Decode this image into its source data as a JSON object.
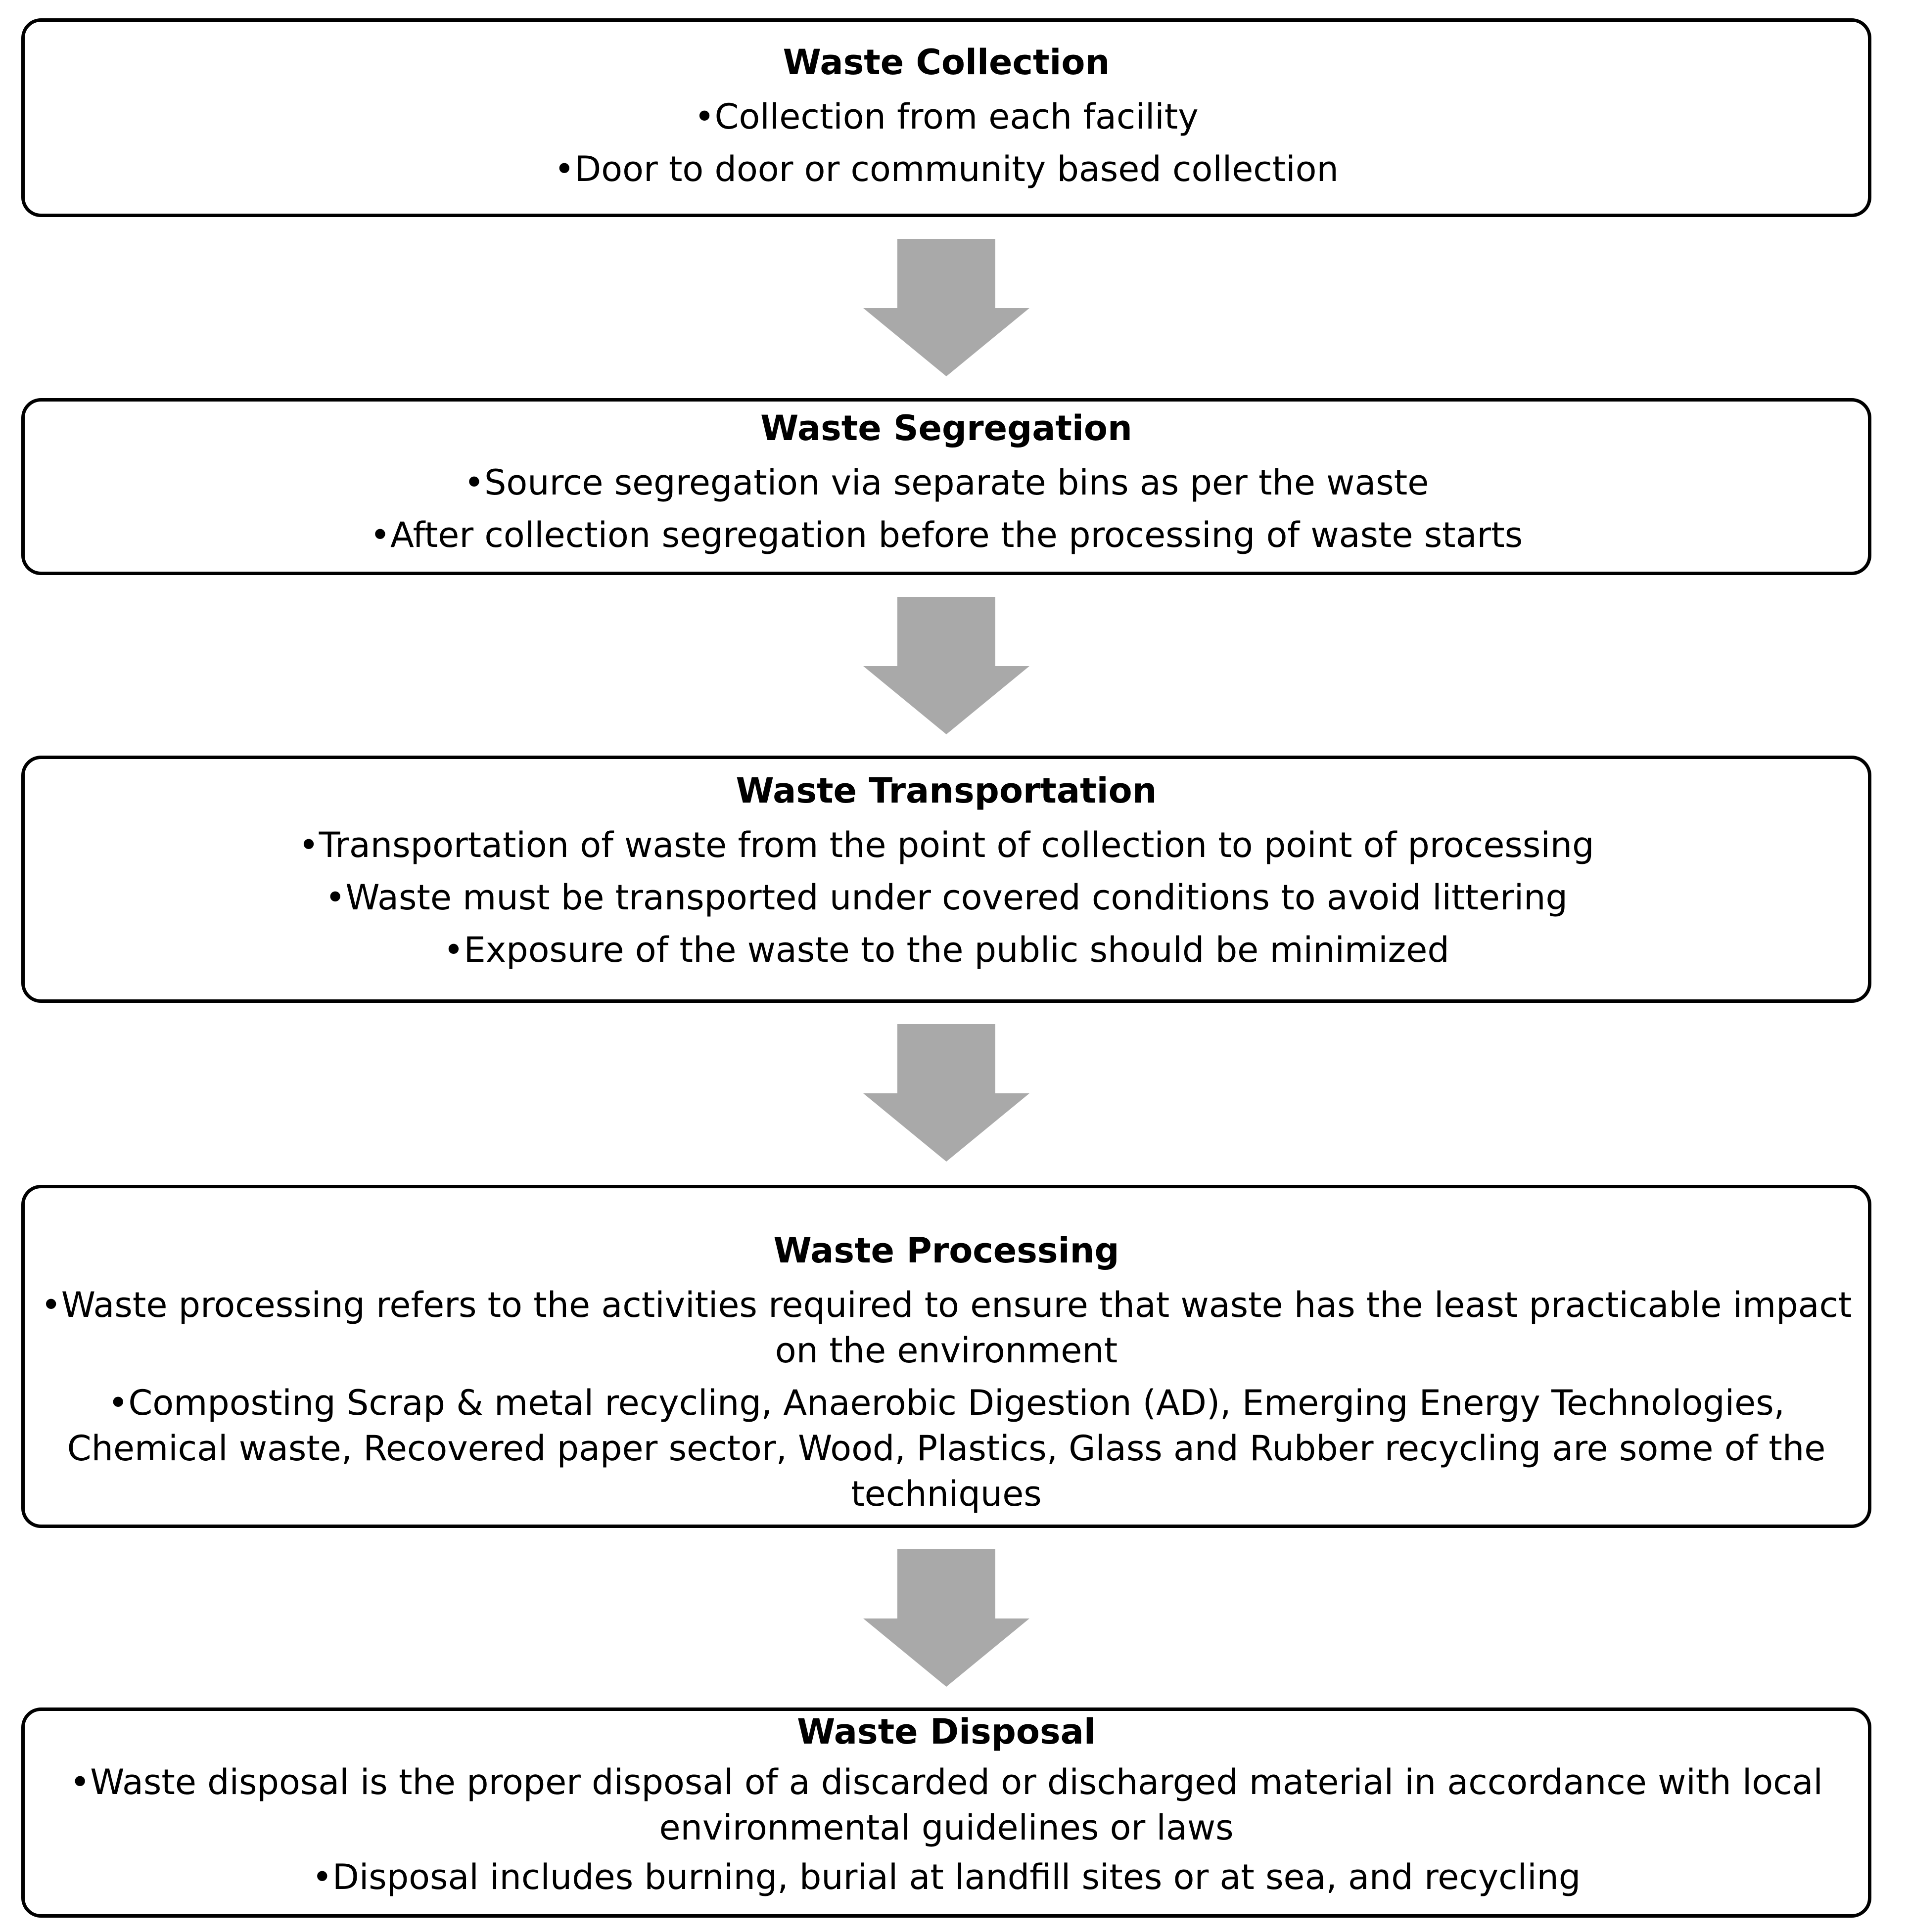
{
  "stages": [
    {
      "title": "Waste Collection",
      "points": [
        "•Collection from each facility",
        "•Door to door or community based collection"
      ]
    },
    {
      "title": "Waste Segregation",
      "points": [
        "•Source segregation via separate bins as per the waste",
        "•After collection segregation before the processing of waste starts"
      ]
    },
    {
      "title": "Waste Transportation",
      "points": [
        "•Transportation of waste from the point of collection to point of processing",
        "•Waste must be transported under covered conditions to avoid littering",
        "•Exposure of the waste to the public should be minimized"
      ]
    },
    {
      "title": "Waste Processing",
      "points": [
        "•Waste processing refers to the activities required to ensure that waste has the least practicable impact on the environment",
        "•Composting Scrap & metal recycling, Anaerobic Digestion (AD), Emerging Energy Technologies, Chemical waste, Recovered paper sector, Wood, Plastics, Glass and Rubber recycling are some of the techniques"
      ]
    },
    {
      "title": "Waste Disposal",
      "points": [
        "•Waste disposal is the proper disposal of a discarded or discharged material in accordance with local environmental guidelines or laws",
        "•Disposal includes burning, burial at landfill sites or at sea, and recycling"
      ]
    }
  ],
  "colors": {
    "border": "#000000",
    "arrow": "#a9a9a9",
    "background": "#ffffff"
  },
  "icons": {
    "connector": "down-arrow-icon"
  }
}
